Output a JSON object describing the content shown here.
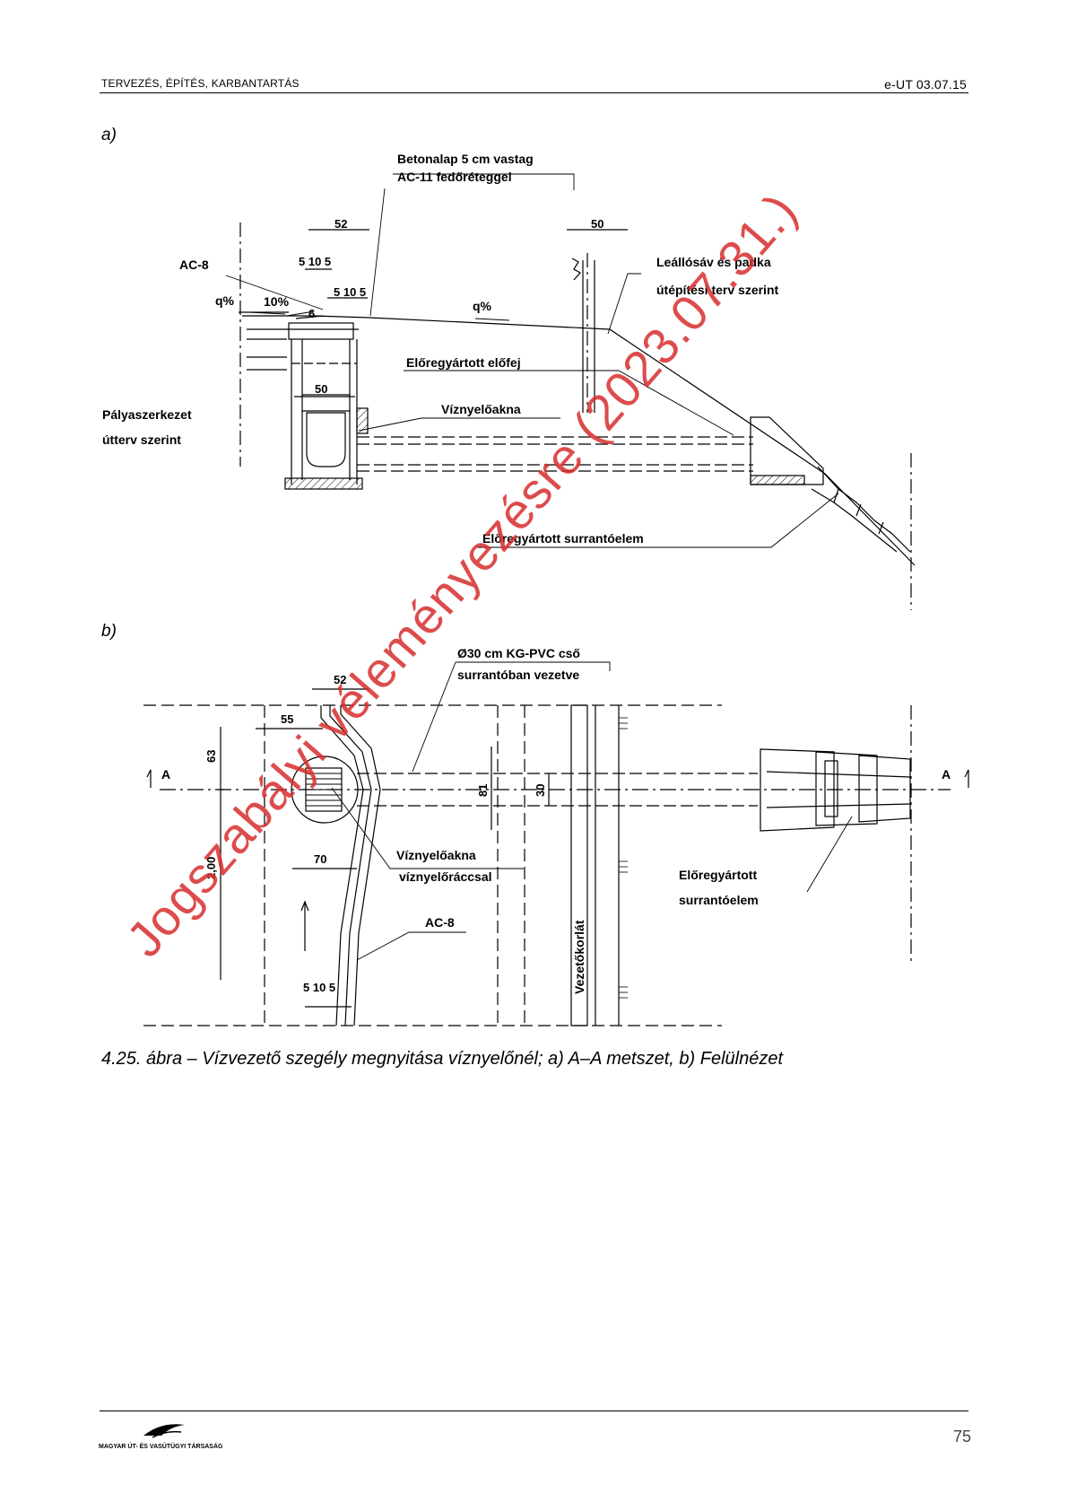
{
  "header": {
    "left": "TERVEZÉS, ÉPÍTÉS, KARBANTARTÁS",
    "right": "e-UT 03.07.15"
  },
  "figure_a": {
    "label": "a)",
    "labels": {
      "betonalap_1": "Betonalap 5 cm vastag",
      "betonalap_2": "AC-11 fedőréteggel",
      "leallosav_1": "Leállósáv és padka",
      "leallosav_2": "útépítési terv szerint",
      "ac8": "AC-8",
      "q1": "q%",
      "q2": "q%",
      "slope": "10%",
      "elofej": "Előregyártott előfej",
      "viznyeloakna": "Víznyelőakna",
      "palya_1": "Pályaszerkezet",
      "palya_2": "útterv szerint",
      "surranto": "Előregyártott surrantóelem"
    },
    "dims": {
      "d52": "52",
      "d50_top": "50",
      "d5_10_5_a": "5 10  5",
      "d5_10_5_b": "5 10 5",
      "d6": "6",
      "d50_shaft": "50"
    }
  },
  "figure_b": {
    "label": "b)",
    "labels": {
      "pipe_1": "Ø30 cm KG-PVC cső",
      "pipe_2": "surrantóban vezetve",
      "akna_1": "Víznyelőakna",
      "akna_2": "víznyelőráccsal",
      "ac8": "AC-8",
      "surranto_1": "Előregyártott",
      "surranto_2": "surrantóelem",
      "korlat": "Vezetőkorlát",
      "section_left": "A",
      "section_right": "A"
    },
    "dims": {
      "d52": "52",
      "d55": "55",
      "d63": "63",
      "d200": "2,00",
      "d70": "70",
      "d81": "81",
      "d30": "30",
      "d5_10_5": "5 10  5"
    }
  },
  "caption": "4.25. ábra – Vízvezető szegély megnyitása víznyelőnél; a) A–A metszet, b) Felülnézet",
  "watermark": "Jogszabályi véleményezésre (2023.07.31.)",
  "footer": {
    "page_number": "75",
    "logo_text": "MAGYAR ÚT- ÉS VASÚTÜGYI TÁRSASÁG"
  }
}
